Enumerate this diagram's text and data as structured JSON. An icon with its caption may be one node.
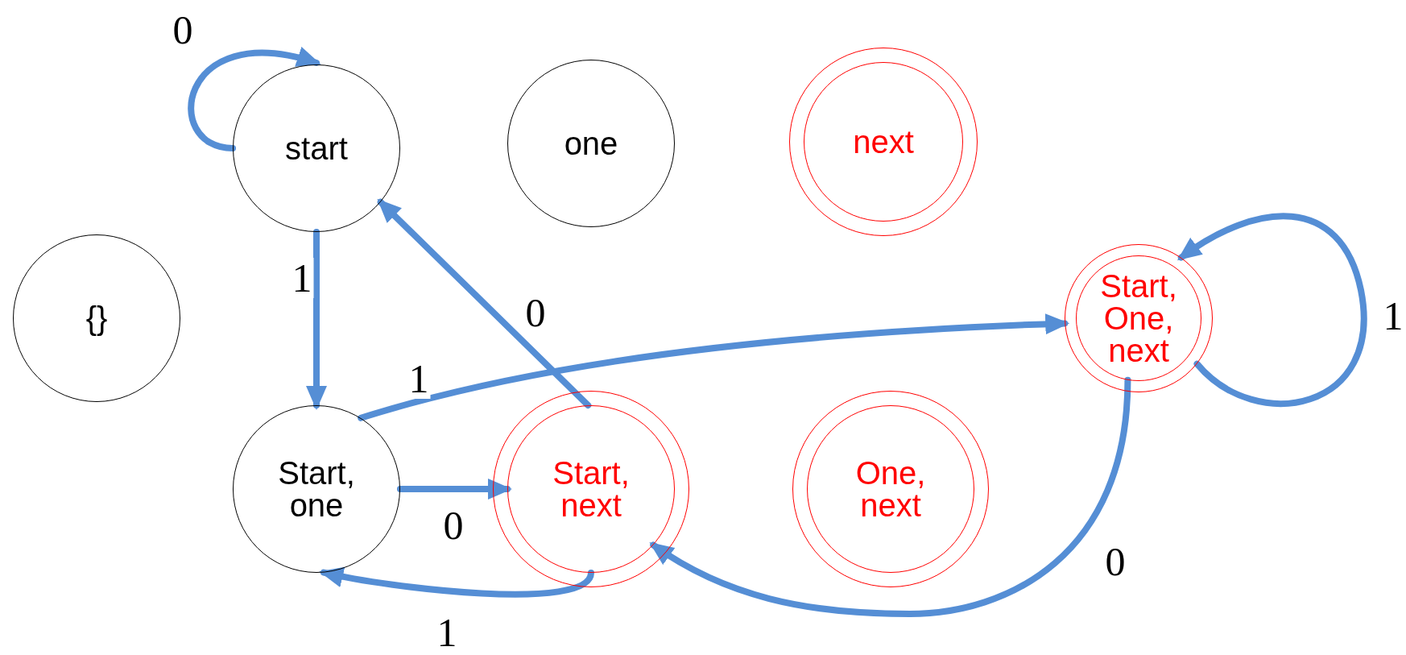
{
  "diagram": {
    "nodes": [
      {
        "text": [
          "start"
        ]
      },
      {
        "text": [
          "one"
        ]
      },
      {
        "text": [
          "next"
        ]
      },
      {
        "text": [
          "{}"
        ]
      },
      {
        "text": [
          "Start, One, next"
        ]
      },
      {
        "text": [
          "Start, one"
        ]
      },
      {
        "text": [
          "Start, next"
        ]
      },
      {
        "text": [
          "One, next"
        ]
      }
    ],
    "edges": [
      {
        "from": 0,
        "to": 0,
        "arrow": "to",
        "label": "0"
      },
      {
        "from": 0,
        "to": 5,
        "arrow": "to",
        "label": "1"
      },
      {
        "from": 6,
        "to": 0,
        "arrow": "to",
        "label": "0"
      },
      {
        "from": 5,
        "to": 4,
        "arrow": "to",
        "label": "1"
      },
      {
        "from": 5,
        "to": 6,
        "arrow": "to",
        "label": "0"
      },
      {
        "from": 6,
        "to": 5,
        "arrow": "to",
        "label": "1"
      },
      {
        "from": 4,
        "to": 4,
        "arrow": "to",
        "label": "1"
      },
      {
        "from": 4,
        "to": 6,
        "arrow": "to",
        "label": "0"
      }
    ]
  }
}
